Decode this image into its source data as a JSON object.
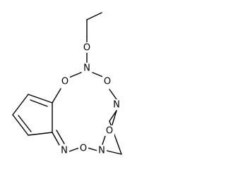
{
  "molecule": {
    "atoms": [
      {
        "id": "o-ethoxy",
        "label": "O"
      },
      {
        "id": "n-top",
        "label": "N"
      },
      {
        "id": "o-upper-left",
        "label": "O"
      },
      {
        "id": "o-upper-right",
        "label": "O"
      },
      {
        "id": "n-right",
        "label": "N"
      },
      {
        "id": "o-bridge",
        "label": "O"
      },
      {
        "id": "n-imine",
        "label": "N"
      },
      {
        "id": "o-lower",
        "label": "O"
      },
      {
        "id": "n-lower",
        "label": "N"
      }
    ]
  },
  "colors": {
    "bond": "#000000",
    "label": "#000000",
    "background": "#ffffff"
  }
}
